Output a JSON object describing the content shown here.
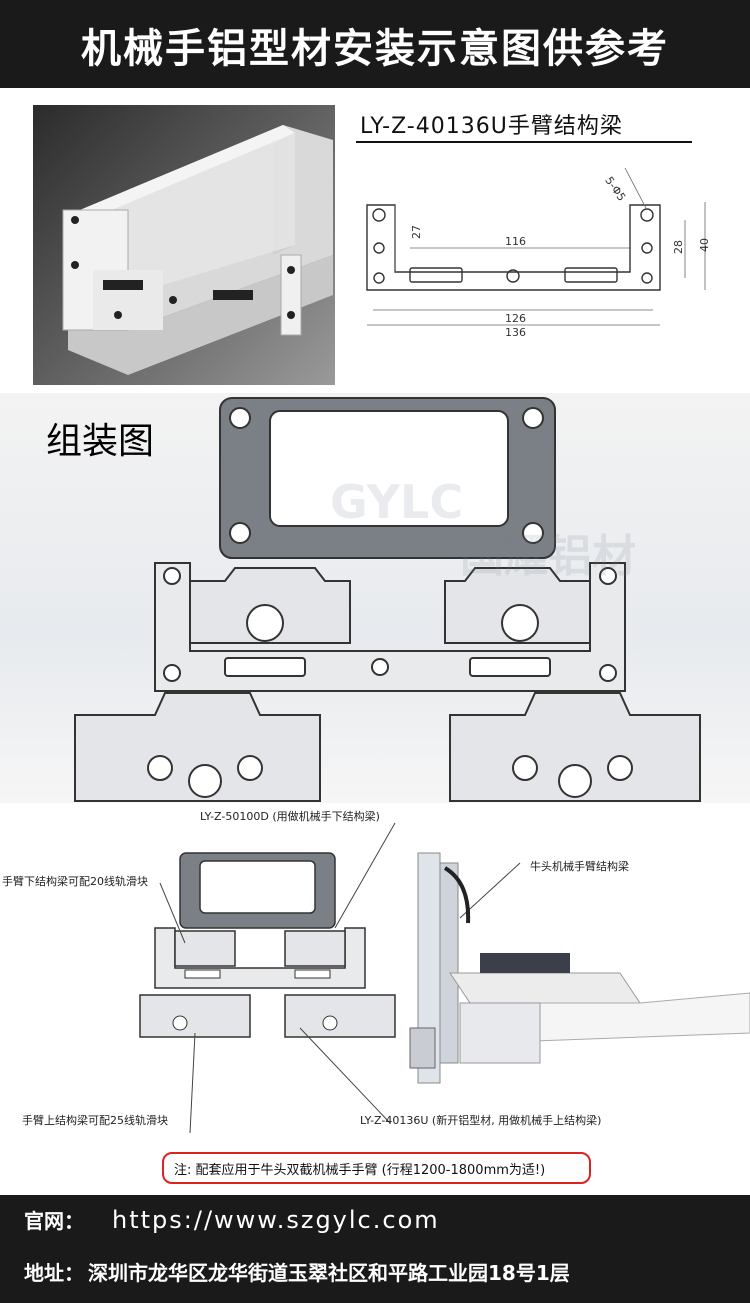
{
  "header": {
    "title": "机械手铝型材安装示意图供参考"
  },
  "product": {
    "model_title": "LY-Z-40136U手臂结构梁"
  },
  "dimensions": {
    "d1": "5-Φ5",
    "d2": "27",
    "d3": "116",
    "d4": "28",
    "d5": "40",
    "d6": "126",
    "d7": "136"
  },
  "assembly": {
    "label": "组装图"
  },
  "watermark": {
    "brand": "GYLC",
    "cn": "国耀铝材"
  },
  "callouts": {
    "top_beam": "LY-Z-50100D (用做机械手下结构梁)",
    "lower_slide": "手臂下结构梁可配20线轨滑块",
    "crane_arm": "牛头机械手臂结构梁",
    "upper_slide": "手臂上结构梁可配25线轨滑块",
    "bottom_beam": "LY-Z-40136U (新开铝型材, 用做机械手上结构梁)"
  },
  "note": {
    "text": "注: 配套应用于牛头双截机械手手臂 (行程1200-1800mm为适!)"
  },
  "footer": {
    "website_label": "官网：",
    "website": "https://www.szgylc.com",
    "address_label": "地址：",
    "address": "深圳市龙华区龙华街道玉翠社区和平路工业园18号1层"
  }
}
